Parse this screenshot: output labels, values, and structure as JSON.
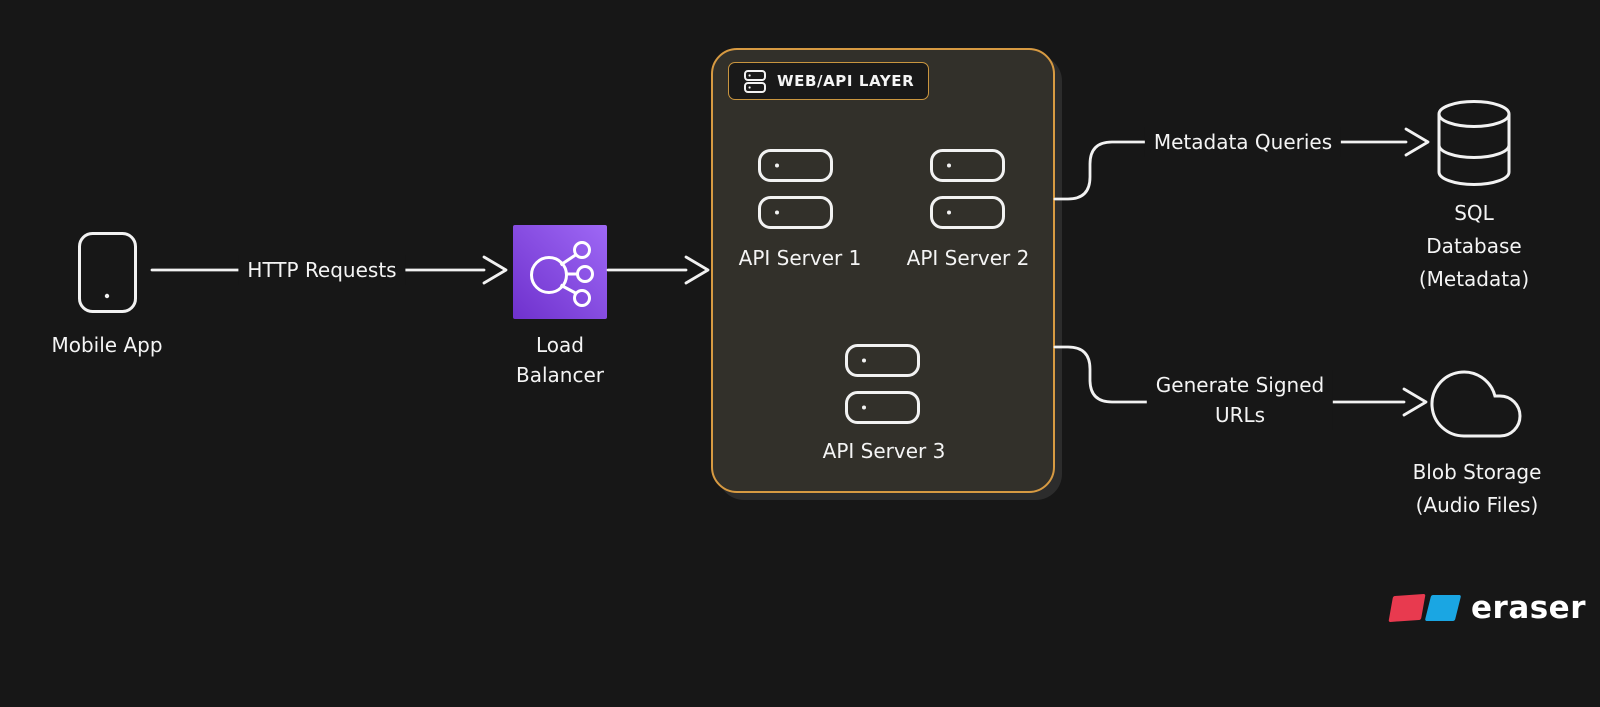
{
  "canvas": {
    "bg": "#171717",
    "stroke": "#f2f2f2"
  },
  "nodes": {
    "mobile_app": {
      "label": "Mobile App"
    },
    "load_balancer": {
      "label_lines": [
        "Load",
        "Balancer"
      ],
      "gradient_from": "#9e68f5",
      "gradient_to": "#6f31cd"
    },
    "web_api_layer": {
      "title": "WEB/API LAYER",
      "fill": "#32302a",
      "border": "#d79a42"
    },
    "api_server_1": {
      "label": "API Server 1"
    },
    "api_server_2": {
      "label": "API Server 2"
    },
    "api_server_3": {
      "label": "API Server 3"
    },
    "sql_database": {
      "label_lines": [
        "SQL",
        "Database",
        "(Metadata)"
      ]
    },
    "blob_storage": {
      "label_lines": [
        "Blob Storage",
        "(Audio Files)"
      ]
    }
  },
  "edges": {
    "http_requests": {
      "label": "HTTP Requests"
    },
    "lb_to_webapi": {
      "label": ""
    },
    "metadata_queries": {
      "label": "Metadata Queries"
    },
    "generate_signed_urls": {
      "label_lines": [
        "Generate Signed",
        "URLs"
      ]
    }
  },
  "logo": {
    "text": "eraser",
    "red": "#e83a4f",
    "blue": "#1aa6e3"
  }
}
